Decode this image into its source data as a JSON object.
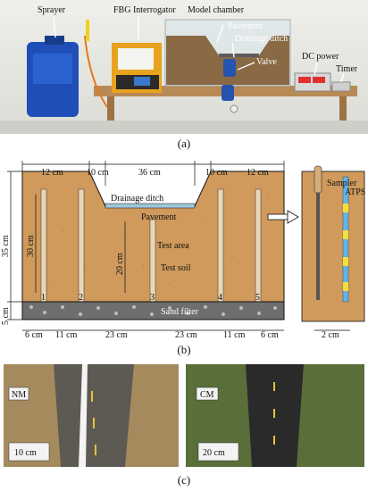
{
  "panel_a": {
    "caption": "(a)",
    "labels": {
      "sprayer": "Sprayer",
      "fbg": "FBG Interrogator",
      "chamber": "Model chamber",
      "pavement": "Pavement",
      "ditch": "Drainage ditch",
      "valve": "Valve",
      "dc": "DC power",
      "timer": "Timer"
    }
  },
  "panel_b": {
    "caption": "(b)",
    "top_dims": [
      "12 cm",
      "10 cm",
      "36 cm",
      "10 cm",
      "12 cm"
    ],
    "bottom_dims": [
      "6 cm",
      "11 cm",
      "23 cm",
      "23 cm",
      "11 cm",
      "6 cm"
    ],
    "left_dims": [
      "35 cm",
      "5 cm"
    ],
    "inner_dims": [
      "30 cm",
      "20 cm"
    ],
    "labels": {
      "ditch": "Drainage ditch",
      "pavement": "Pavement",
      "test_area": "Test area",
      "test_soil": "Test soil",
      "sand_filter": "Sand filter",
      "sampler": "Sampler",
      "atps": "ATPS",
      "sampler_width": "2 cm"
    },
    "probes": [
      "1",
      "2",
      "3",
      "4",
      "5"
    ]
  },
  "panel_c": {
    "caption": "(c)",
    "left": {
      "label": "NM",
      "scale": "10 cm"
    },
    "right": {
      "label": "CM",
      "scale": "20 cm"
    }
  },
  "colors": {
    "soil": "#cf9a5c",
    "gravel": "#6e6e6e",
    "water": "#9fc6dc",
    "sampler_blue": "#5fb4ee",
    "sampler_yellow": "#f2df3c",
    "grass": "#5a6e3a"
  }
}
